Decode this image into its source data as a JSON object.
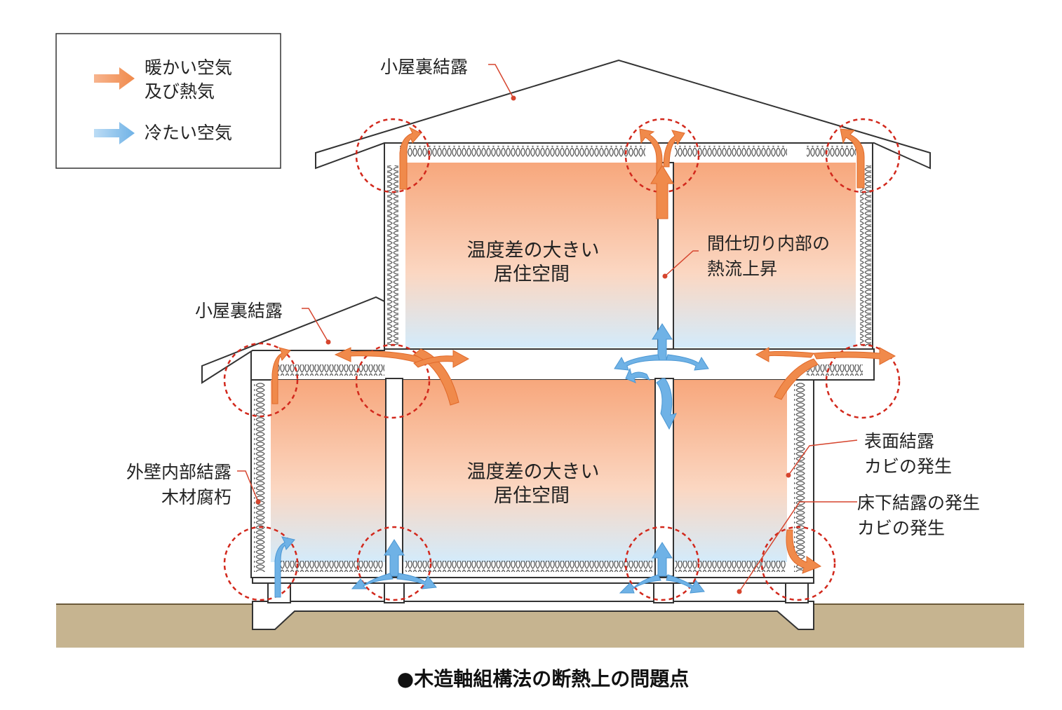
{
  "legend": {
    "warm_label_line1": "暖かい空気",
    "warm_label_line2": "及び熱気",
    "cold_label": "冷たい空気"
  },
  "rooms": {
    "upper_line1": "温度差の大きい",
    "upper_line2": "居住空間",
    "lower_line1": "温度差の大きい",
    "lower_line2": "居住空間"
  },
  "annotations": {
    "attic_condensation_top": "小屋裏結露",
    "attic_condensation_left": "小屋裏結露",
    "partition_heat_line1": "間仕切り内部の",
    "partition_heat_line2": "熱流上昇",
    "exterior_wall_line1": "外壁内部結露",
    "exterior_wall_line2": "木材腐朽",
    "surface_line1": "表面結露",
    "surface_line2": "カビの発生",
    "underfloor_line1": "床下結露の発生",
    "underfloor_line2": "カビの発生"
  },
  "caption": "●木造軸組構法の断熱上の問題点",
  "colors": {
    "warm_arrow": "#f08a4b",
    "cold_arrow": "#6fb2e6",
    "warm_fill": "#f7b48e",
    "cold_fill": "#d8ecfa",
    "problem_ring": "#d2281c",
    "ground": "#c6b490"
  }
}
